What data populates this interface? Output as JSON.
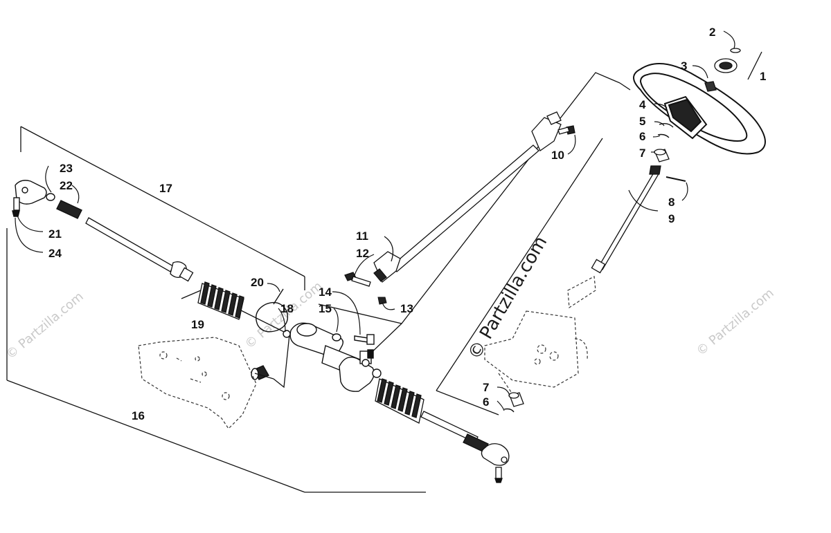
{
  "watermark": {
    "small_text": "© Partzilla.com",
    "main_text": "© Partzilla.com"
  },
  "callouts": {
    "c1": "1",
    "c2": "2",
    "c3": "3",
    "c4": "4",
    "c5": "5",
    "c6": "6",
    "c7": "7",
    "c8": "8",
    "c9": "9",
    "c10": "10",
    "c11": "11",
    "c12": "12",
    "c13": "13",
    "c14": "14",
    "c15": "15",
    "c16": "16",
    "c17": "17",
    "c18": "18",
    "c19": "19",
    "c20": "20",
    "c21": "21",
    "c22": "22",
    "c23": "23",
    "c24": "24",
    "c6b": "6",
    "c7b": "7"
  }
}
